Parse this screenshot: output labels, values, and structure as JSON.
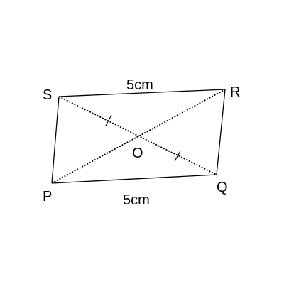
{
  "vertices": {
    "S": "S",
    "R": "R",
    "P": "P",
    "Q": "Q",
    "O": "O"
  },
  "measurements": {
    "top_side": "5cm",
    "bottom_side": "5cm"
  },
  "colors": {
    "stroke": "#000000",
    "background": "#ffffff"
  }
}
